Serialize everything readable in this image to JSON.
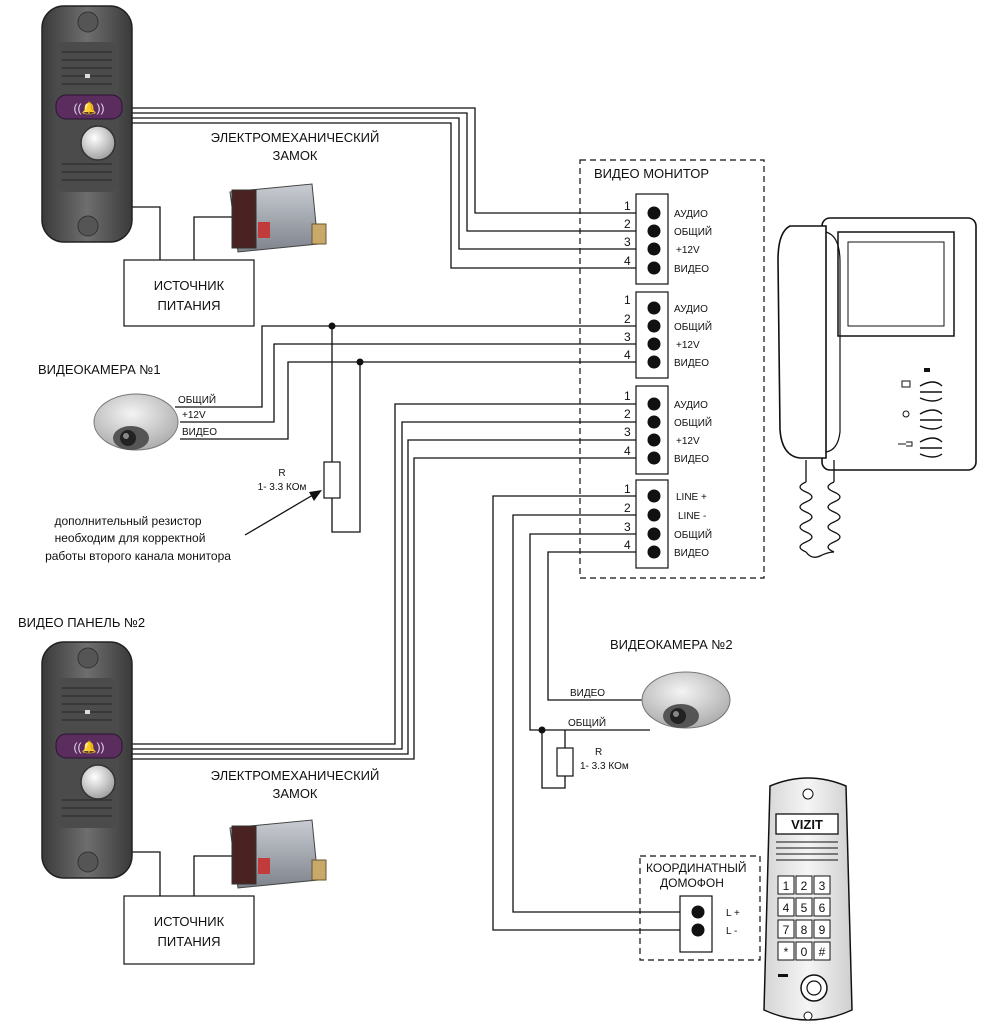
{
  "lock_label_line1": "ЭЛЕКТРОМЕХАНИЧЕСКИЙ",
  "lock_label_line2": "ЗАМОК",
  "power_line1": "ИСТОЧНИК",
  "power_line2": "ПИТАНИЯ",
  "monitor_title": "ВИДЕО МОНИТОР",
  "camera1_title": "ВИДЕОКАМЕРА №1",
  "camera2_title": "ВИДЕОКАМЕРА №2",
  "panel2_title": "ВИДЕО ПАНЕЛЬ №2",
  "term_labels": [
    "АУДИО",
    "ОБЩИЙ",
    "+12V",
    "ВИДЕО"
  ],
  "term_labels_line": [
    "LINE +",
    "LINE -",
    "ОБЩИЙ",
    "ВИДЕО"
  ],
  "pin_numbers": [
    "1",
    "2",
    "3",
    "4"
  ],
  "cam1_wires": [
    "ОБЩИЙ",
    "+12V",
    "ВИДЕО"
  ],
  "cam2_wires": [
    "ВИДЕО",
    "ОБЩИЙ"
  ],
  "resistor_label": "R",
  "resistor_value": "1- 3.3 КОм",
  "note_line1": "дополнительный резистор",
  "note_line2": "необходим для корректной",
  "note_line3": "работы второго канала монитора",
  "intercom_line1": "КООРДИНАТНЫЙ",
  "intercom_line2": "ДОМОФОН",
  "intercom_pins": [
    "L +",
    "L -"
  ],
  "keypad_brand": "VIZIT",
  "keypad_keys": [
    "1",
    "2",
    "3",
    "4",
    "5",
    "6",
    "7",
    "8",
    "9",
    "*",
    "0",
    "#"
  ],
  "accent_purple": "#5a2d5e",
  "lock_red": "#c23b3b"
}
